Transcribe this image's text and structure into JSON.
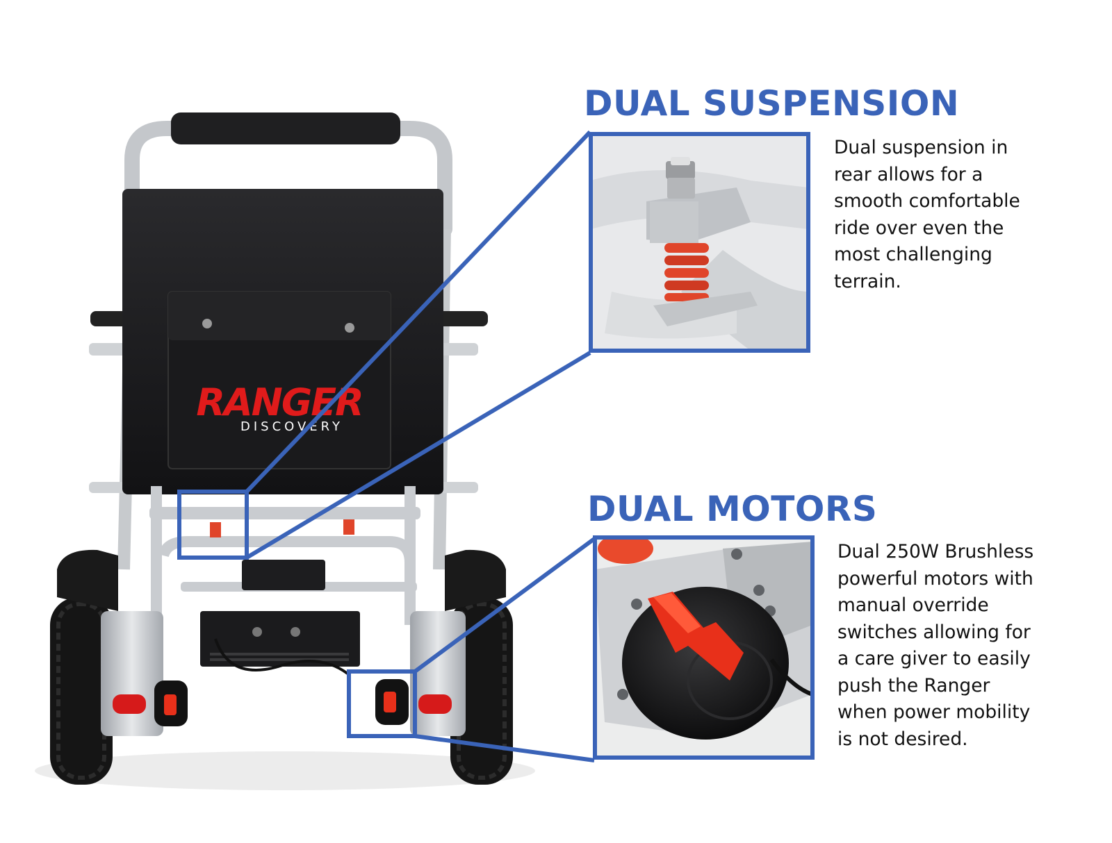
{
  "brand": {
    "logo_name": "RANGER",
    "logo_sub": "DISCOVERY"
  },
  "features": {
    "suspension": {
      "heading": "DUAL SUSPENSION",
      "lines": [
        "Dual suspension in",
        "rear allows for a",
        "smooth comfortable",
        "ride over even the",
        "most challenging",
        "terrain."
      ]
    },
    "motors": {
      "heading": "DUAL MOTORS",
      "lines": [
        "Dual 250W Brushless",
        "powerful motors with",
        "manual override",
        "switches allowing for",
        "a care giver to easily",
        "push the Ranger",
        "when power mobility",
        "is not desired."
      ]
    }
  },
  "colors": {
    "accent_blue": "#3a63b8",
    "logo_red": "#e01b1b",
    "frame_silver": "#c9ccd0",
    "seat_black": "#1c1c1e",
    "spring_orange": "#e0452a"
  }
}
